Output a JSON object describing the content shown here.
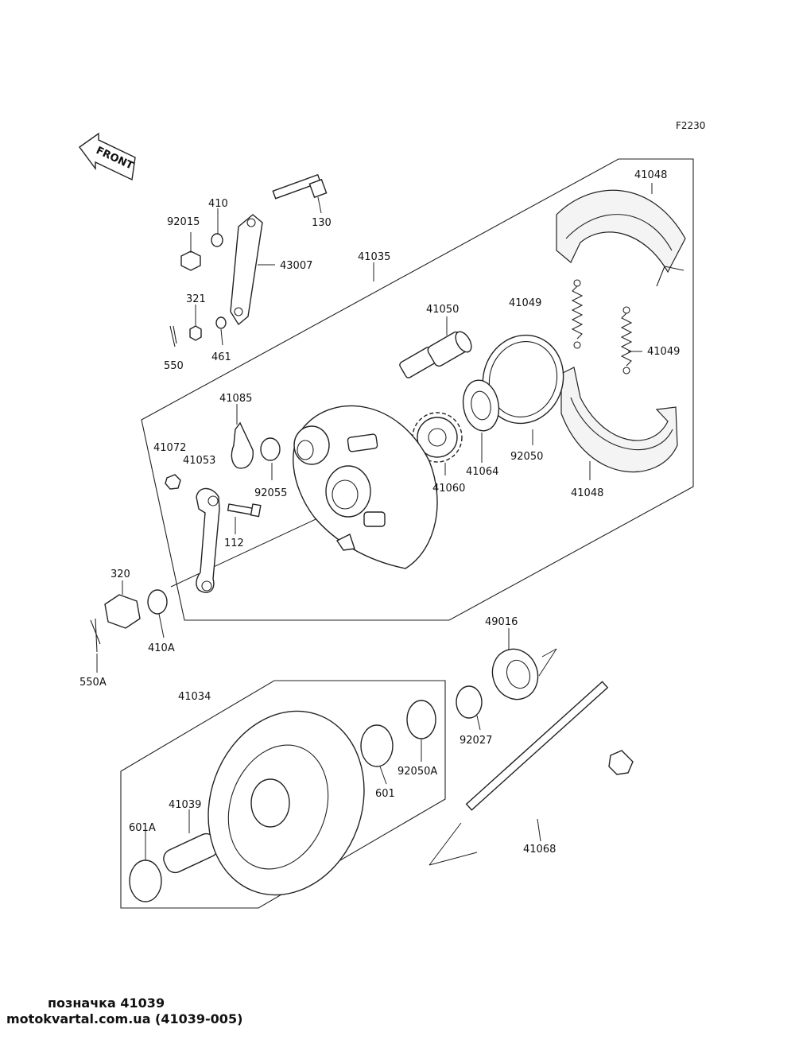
{
  "diagram": {
    "ref_code": "F2230",
    "front_label": "FRONT",
    "labels": {
      "l41048a": "41048",
      "l410": "410",
      "l92015": "92015",
      "l130": "130",
      "l41035": "41035",
      "l43007": "43007",
      "l41050": "41050",
      "l41049a": "41049",
      "l41049b": "41049",
      "l321": "321",
      "l550": "550",
      "l461": "461",
      "l41085": "41085",
      "l41072": "41072",
      "l41053": "41053",
      "l92055": "92055",
      "l41060": "41060",
      "l41064": "41064",
      "l92050": "92050",
      "l41048b": "41048",
      "l112": "112",
      "l320": "320",
      "l410A": "410A",
      "l550A": "550A",
      "l49016": "49016",
      "l41034": "41034",
      "l92027": "92027",
      "l92050A": "92050A",
      "l601": "601",
      "l41039": "41039",
      "l601A": "601A",
      "l41068": "41068"
    }
  },
  "caption": {
    "line1": "позначка 41039",
    "line2": "motokvartal.com.ua (41039-005)"
  }
}
